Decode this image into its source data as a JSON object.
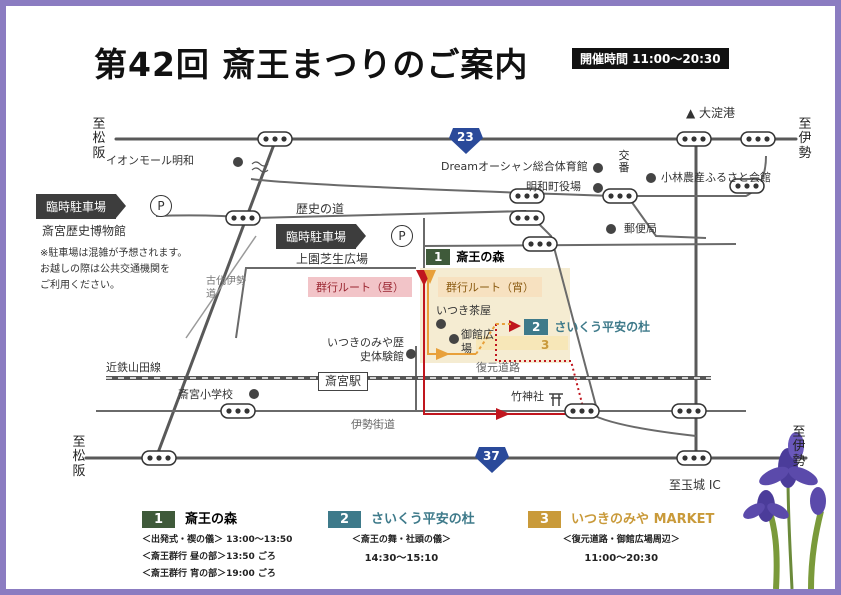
{
  "header": {
    "title": "第42回 斎王まつりのご案内",
    "hours": "開催時間 11:00〜20:30"
  },
  "directions": {
    "left_top": "至松阪",
    "right_top": "至伊勢",
    "left_bottom": "至松阪",
    "right_bottom": "至伊勢",
    "north": "▲ 大淀港",
    "tamaki": "至玉城 IC"
  },
  "routes": {
    "r23": "23",
    "r37": "37"
  },
  "places": {
    "aeon": "イオンモール明和",
    "dream": "Dreamオーシャン総合体育館",
    "cityhall": "明和町役場",
    "koban": "交番",
    "kobayashi": "小林農産ふるさと会館",
    "post": "郵便局",
    "museum": "斎宮歴史博物館",
    "history_road": "歴史の道",
    "kamiyashiba": "上園芝生広場",
    "kodai": "古代伊勢道",
    "itsuki_chaya": "いつき茶屋",
    "gokan_hiroba": "御館広場",
    "rekishi_taiken": "いつきのみや歴史体験館",
    "kintetsu": "近鉄山田線",
    "saiku_station": "斎宮駅",
    "fukugen": "復元道路",
    "elementary": "斎宮小学校",
    "takejinja": "竹神社",
    "ise_kaido": "伊勢街道"
  },
  "parking": {
    "label": "臨時駐車場",
    "symbol": "P",
    "note": [
      "※駐車場は混雑が予想されます。",
      "お越しの際は公共交通機関を",
      "ご利用ください。"
    ]
  },
  "venues": [
    {
      "num": "1",
      "name": "斎王の森",
      "color": "#3f5a3a"
    },
    {
      "num": "2",
      "name": "さいくう平安の杜",
      "color": "#3e7a8a"
    },
    {
      "num": "3",
      "name": "いつきのみや MARKET",
      "color": "#c99a3a"
    }
  ],
  "route_tags": {
    "day": "群行ルート（昼）",
    "night": "群行ルート（宵）",
    "day_color": "#e07b86",
    "night_color": "#e8a03a"
  },
  "legend": [
    {
      "num": "1",
      "name": "斎王の森",
      "lines": [
        "＜出発式・禊の儀＞ 13:00〜13:50",
        "＜斎王群行 昼の部＞13:50 ごろ",
        "＜斎王群行 宵の部＞19:00 ごろ"
      ]
    },
    {
      "num": "2",
      "name": "さいくう平安の杜",
      "lines": [
        "＜斎王の舞・社頭の儀＞",
        "14:30〜15:10"
      ]
    },
    {
      "num": "3",
      "name": "いつきのみや MARKET",
      "lines": [
        "＜復元道路・御館広場周辺＞",
        "11:00〜20:30"
      ]
    }
  ],
  "colors": {
    "frame": "#8b7cc1",
    "road": "#595959",
    "route_red": "#c0161e",
    "route_orange": "#e8a03a"
  }
}
